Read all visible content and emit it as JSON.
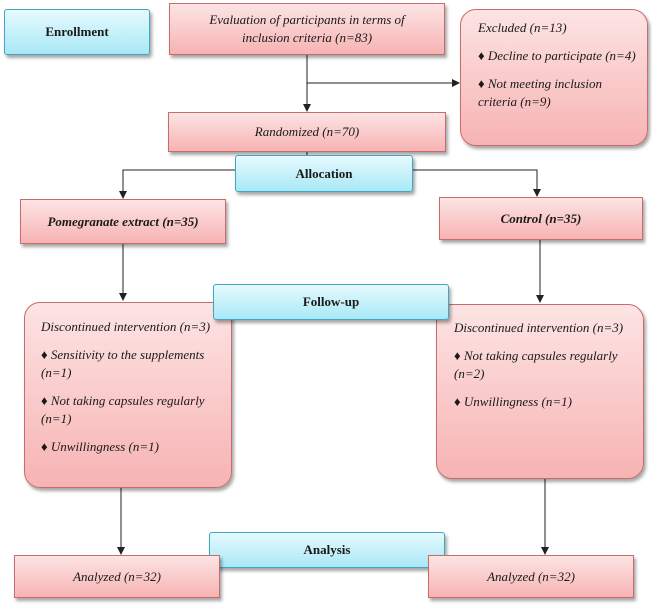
{
  "stages": {
    "enrollment": "Enrollment",
    "allocation": "Allocation",
    "follow_up": "Follow-up",
    "analysis": "Analysis"
  },
  "evaluation": "Evaluation of participants in terms of inclusion criteria (n=83)",
  "excluded": {
    "title": "Excluded (n=13)",
    "items": [
      "♦ Decline to participate (n=4)",
      "♦ Not meeting inclusion criteria (n=9)"
    ]
  },
  "randomized": "Randomized (n=70)",
  "arms": {
    "intervention": {
      "label": "Pomegranate extract (n=35)",
      "discontinued_title": "Discontinued intervention (n=3)",
      "reasons": [
        "♦ Sensitivity to the supplements (n=1)",
        "♦ Not taking capsules regularly (n=1)",
        "♦ Unwillingness (n=1)"
      ],
      "analyzed": "Analyzed (n=32)"
    },
    "control": {
      "label": "Control (n=35)",
      "discontinued_title": "Discontinued intervention (n=3)",
      "reasons": [
        "♦ Not taking capsules regularly (n=2)",
        "♦ Unwillingness (n=1)"
      ],
      "analyzed": "Analyzed (n=32)"
    }
  },
  "colors": {
    "box_fill": "#f7b3b3",
    "box_border": "#c96b6b",
    "stage_fill": "#a9e8f6",
    "stage_border": "#3fa6c4",
    "line": "#222222"
  }
}
